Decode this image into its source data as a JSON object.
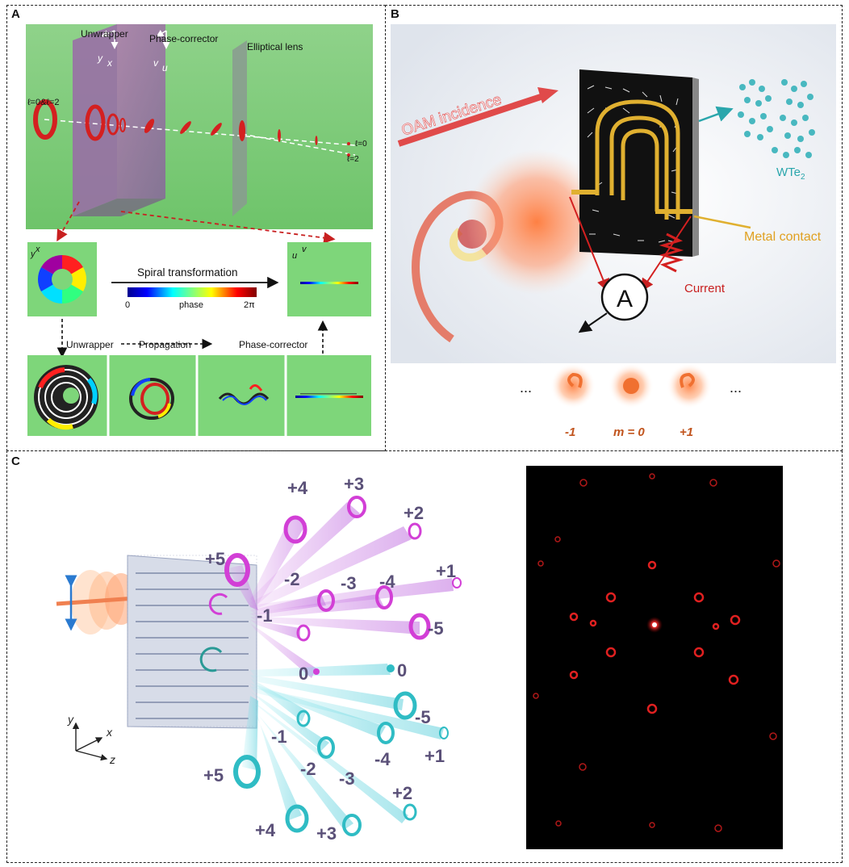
{
  "panels": {
    "a": {
      "label": "A",
      "unwrapper": "Unwrapper",
      "phase_corrector": "Phase-corrector",
      "elliptical_lens": "Elliptical lens",
      "input_modes": "ℓ=0&ℓ=2",
      "out_l0": "ℓ=0",
      "out_l2": "ℓ=2",
      "axis_y": "y",
      "axis_x": "x",
      "axis_v": "v",
      "axis_u": "u",
      "spiral_transformation": "Spiral transformation",
      "colorbar_min": "0",
      "colorbar_label": "phase",
      "colorbar_max": "2π",
      "step_unwrapper": "Unwrapper",
      "step_propagation": "Propagation",
      "step_phase_corrector": "Phase-corrector"
    },
    "b": {
      "label": "B",
      "oam_incidence": "OAM incidence",
      "wte2_main": "WTe",
      "wte2_sub": "2",
      "metal_contact": "Metal contact",
      "current": "Current",
      "ammeter": "A",
      "ellipsis_left": "...",
      "ellipsis_right": "...",
      "mode_minus1": "-1",
      "mode_zero": "m = 0",
      "mode_plus1": "+1"
    },
    "c": {
      "label": "C",
      "axis_y": "y",
      "axis_x": "x",
      "axis_z": "z",
      "orders_top": [
        {
          "text": "+4"
        },
        {
          "text": "+3"
        },
        {
          "text": "+2"
        },
        {
          "text": "+1"
        },
        {
          "text": "+5"
        },
        {
          "text": "-3"
        },
        {
          "text": "-2"
        },
        {
          "text": "-4"
        },
        {
          "text": "-1"
        },
        {
          "text": "-5"
        },
        {
          "text": "0"
        },
        {
          "text": "0"
        }
      ],
      "orders_bottom": [
        {
          "text": "-5"
        },
        {
          "text": "-1"
        },
        {
          "text": "-4"
        },
        {
          "text": "+1"
        },
        {
          "text": "-2"
        },
        {
          "text": "-3"
        },
        {
          "text": "+5"
        },
        {
          "text": "+2"
        },
        {
          "text": "+4"
        },
        {
          "text": "+3"
        }
      ]
    }
  },
  "colors": {
    "green_bg": "#7ed67a",
    "beam_red": "#d42020",
    "magenta": "#d23fd6",
    "cyan": "#2fbcc4",
    "gold": "#e0b030",
    "label_purple": "#5a5078",
    "dark_red": "#c1541d"
  }
}
